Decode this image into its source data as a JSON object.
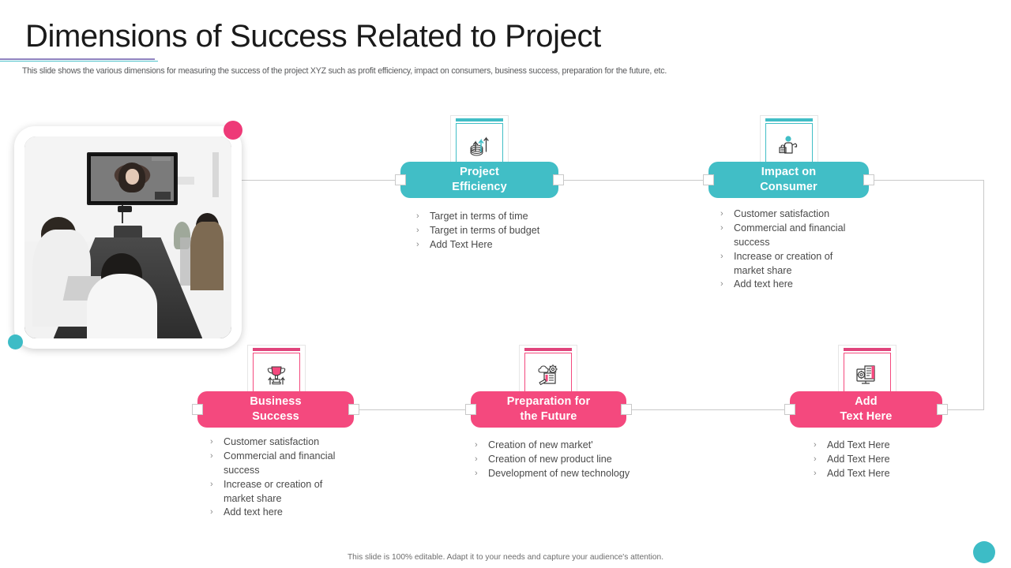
{
  "header": {
    "title": "Dimensions of Success Related to Project",
    "subtitle": "This slide shows the various dimensions for measuring the success of the project XYZ  such as profit efficiency, impact on consumers, business success, preparation for the future, etc."
  },
  "colors": {
    "teal": "#41bec6",
    "pink": "#f4497e",
    "pink_bar": "#e0447c",
    "teal_bar": "#41bec6",
    "connector": "#c9c9c9",
    "text": "#4a4a4a"
  },
  "photo": {
    "name": "conference-room-video-call-photo",
    "alt": "Team in a conference room on a video call with a remote participant on the wall screen"
  },
  "nodes": [
    {
      "id": "project-efficiency",
      "title_line1": "Project",
      "title_line2": "Efficiency",
      "color": "teal",
      "icon": "growth-chart-arrows-icon",
      "bullets": [
        "Target in terms of time",
        "Target in terms of budget",
        "Add Text Here"
      ]
    },
    {
      "id": "impact-on-consumer",
      "title_line1": "Impact on",
      "title_line2": "Consumer",
      "color": "teal",
      "icon": "shopper-with-basket-icon",
      "bullets": [
        "Customer satisfaction",
        "Commercial and financial success",
        "Increase or creation of market share",
        "Add text here"
      ]
    },
    {
      "id": "business-success",
      "title_line1": "Business",
      "title_line2": "Success",
      "color": "pink",
      "icon": "trophy-growth-icon",
      "bullets": [
        "Customer satisfaction",
        "Commercial and financial success",
        "Increase or creation of market share",
        "Add text here"
      ]
    },
    {
      "id": "preparation-for-the-future",
      "title_line1": "Preparation for",
      "title_line2": "the Future",
      "color": "pink",
      "icon": "cloud-gear-document-icon",
      "bullets": [
        "Creation of new market'",
        "Creation of new product line",
        "Development of new technology"
      ]
    },
    {
      "id": "add-text-here",
      "title_line1": "Add",
      "title_line2": "Text Here",
      "color": "pink",
      "icon": "monitor-document-gear-icon",
      "bullets": [
        "Add Text Here",
        "Add Text Here",
        "Add Text Here"
      ]
    }
  ],
  "footer": {
    "note": "This slide is 100% editable. Adapt it to your needs and capture your audience's attention."
  }
}
